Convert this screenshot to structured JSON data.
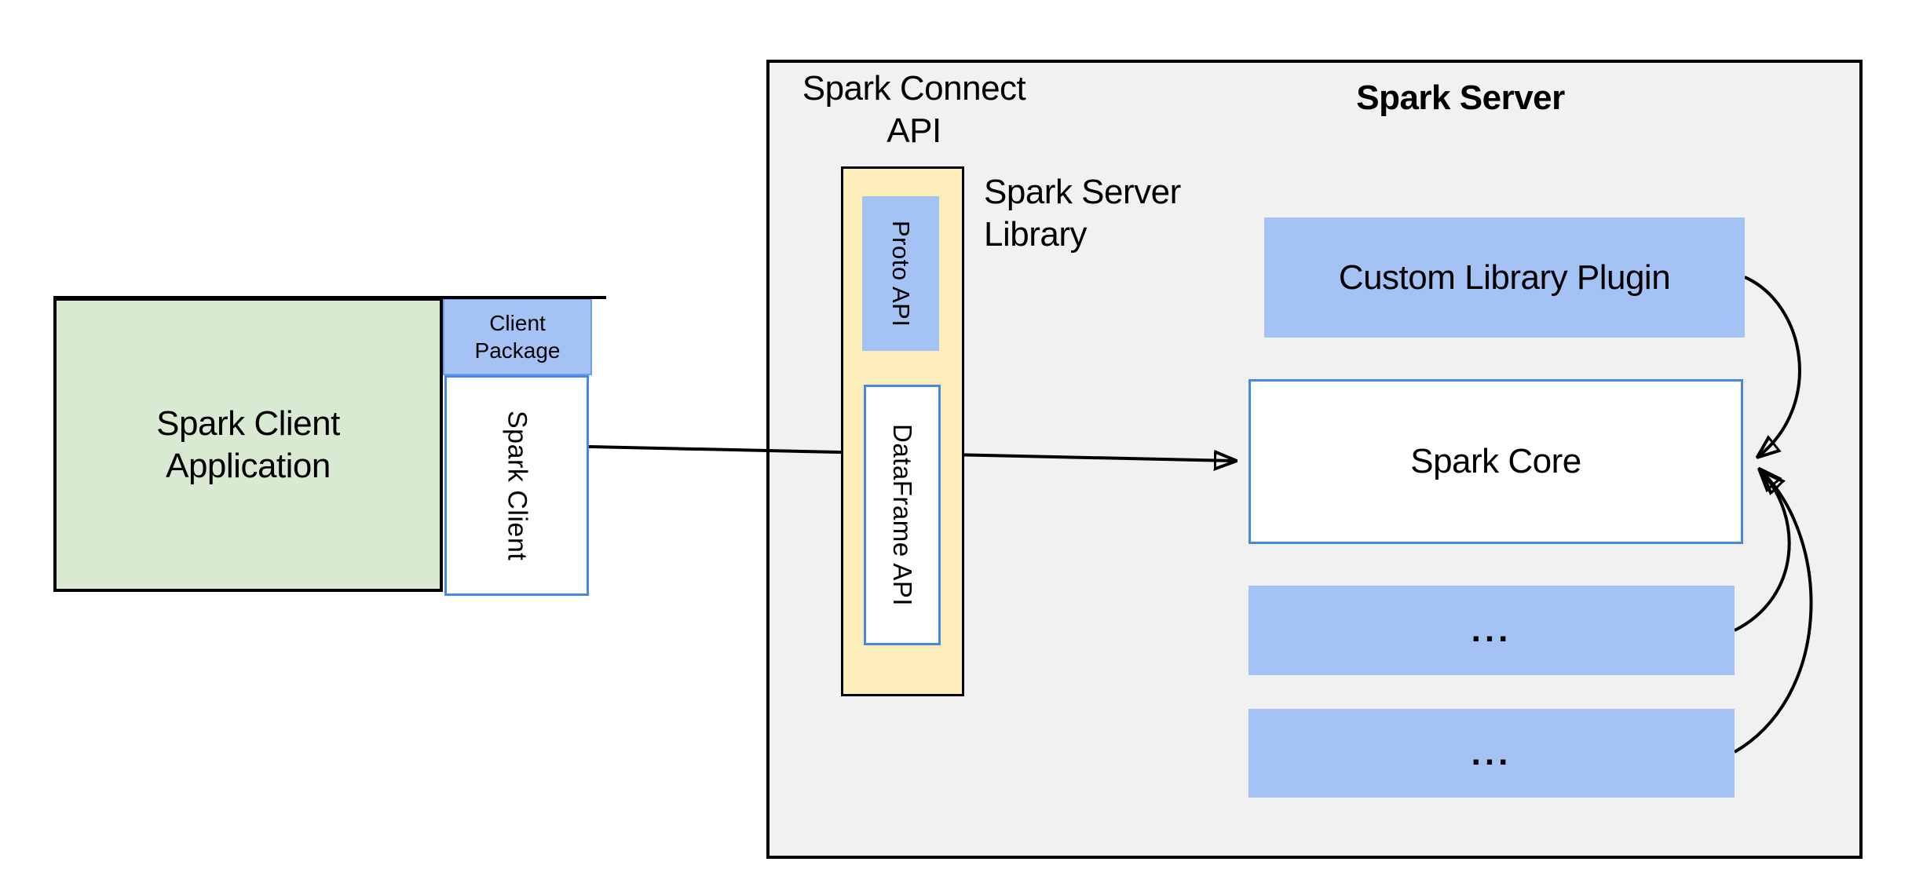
{
  "left": {
    "app_title": "Spark Client\nApplication",
    "package_label": "Client\nPackage",
    "client_label": "Spark Client"
  },
  "connect": {
    "header": "Spark Connect\nAPI",
    "proto_label": "Proto API",
    "dataframe_label": "DataFrame API",
    "library_label": "Spark Server\nLibrary"
  },
  "server": {
    "title": "Spark Server",
    "plugin_label": "Custom Library Plugin",
    "core_label": "Spark Core",
    "more_label_1": "...",
    "more_label_2": "..."
  },
  "colors": {
    "c-blue": "#a4c2f4",
    "c-blue-border": "#4a86e8",
    "c-blue-edge": "#6d9eeb",
    "c-green": "#d9ead3",
    "c-yellow": "#fcedbb",
    "c-gray": "#f1f1f2",
    "c-black": "#000000"
  }
}
